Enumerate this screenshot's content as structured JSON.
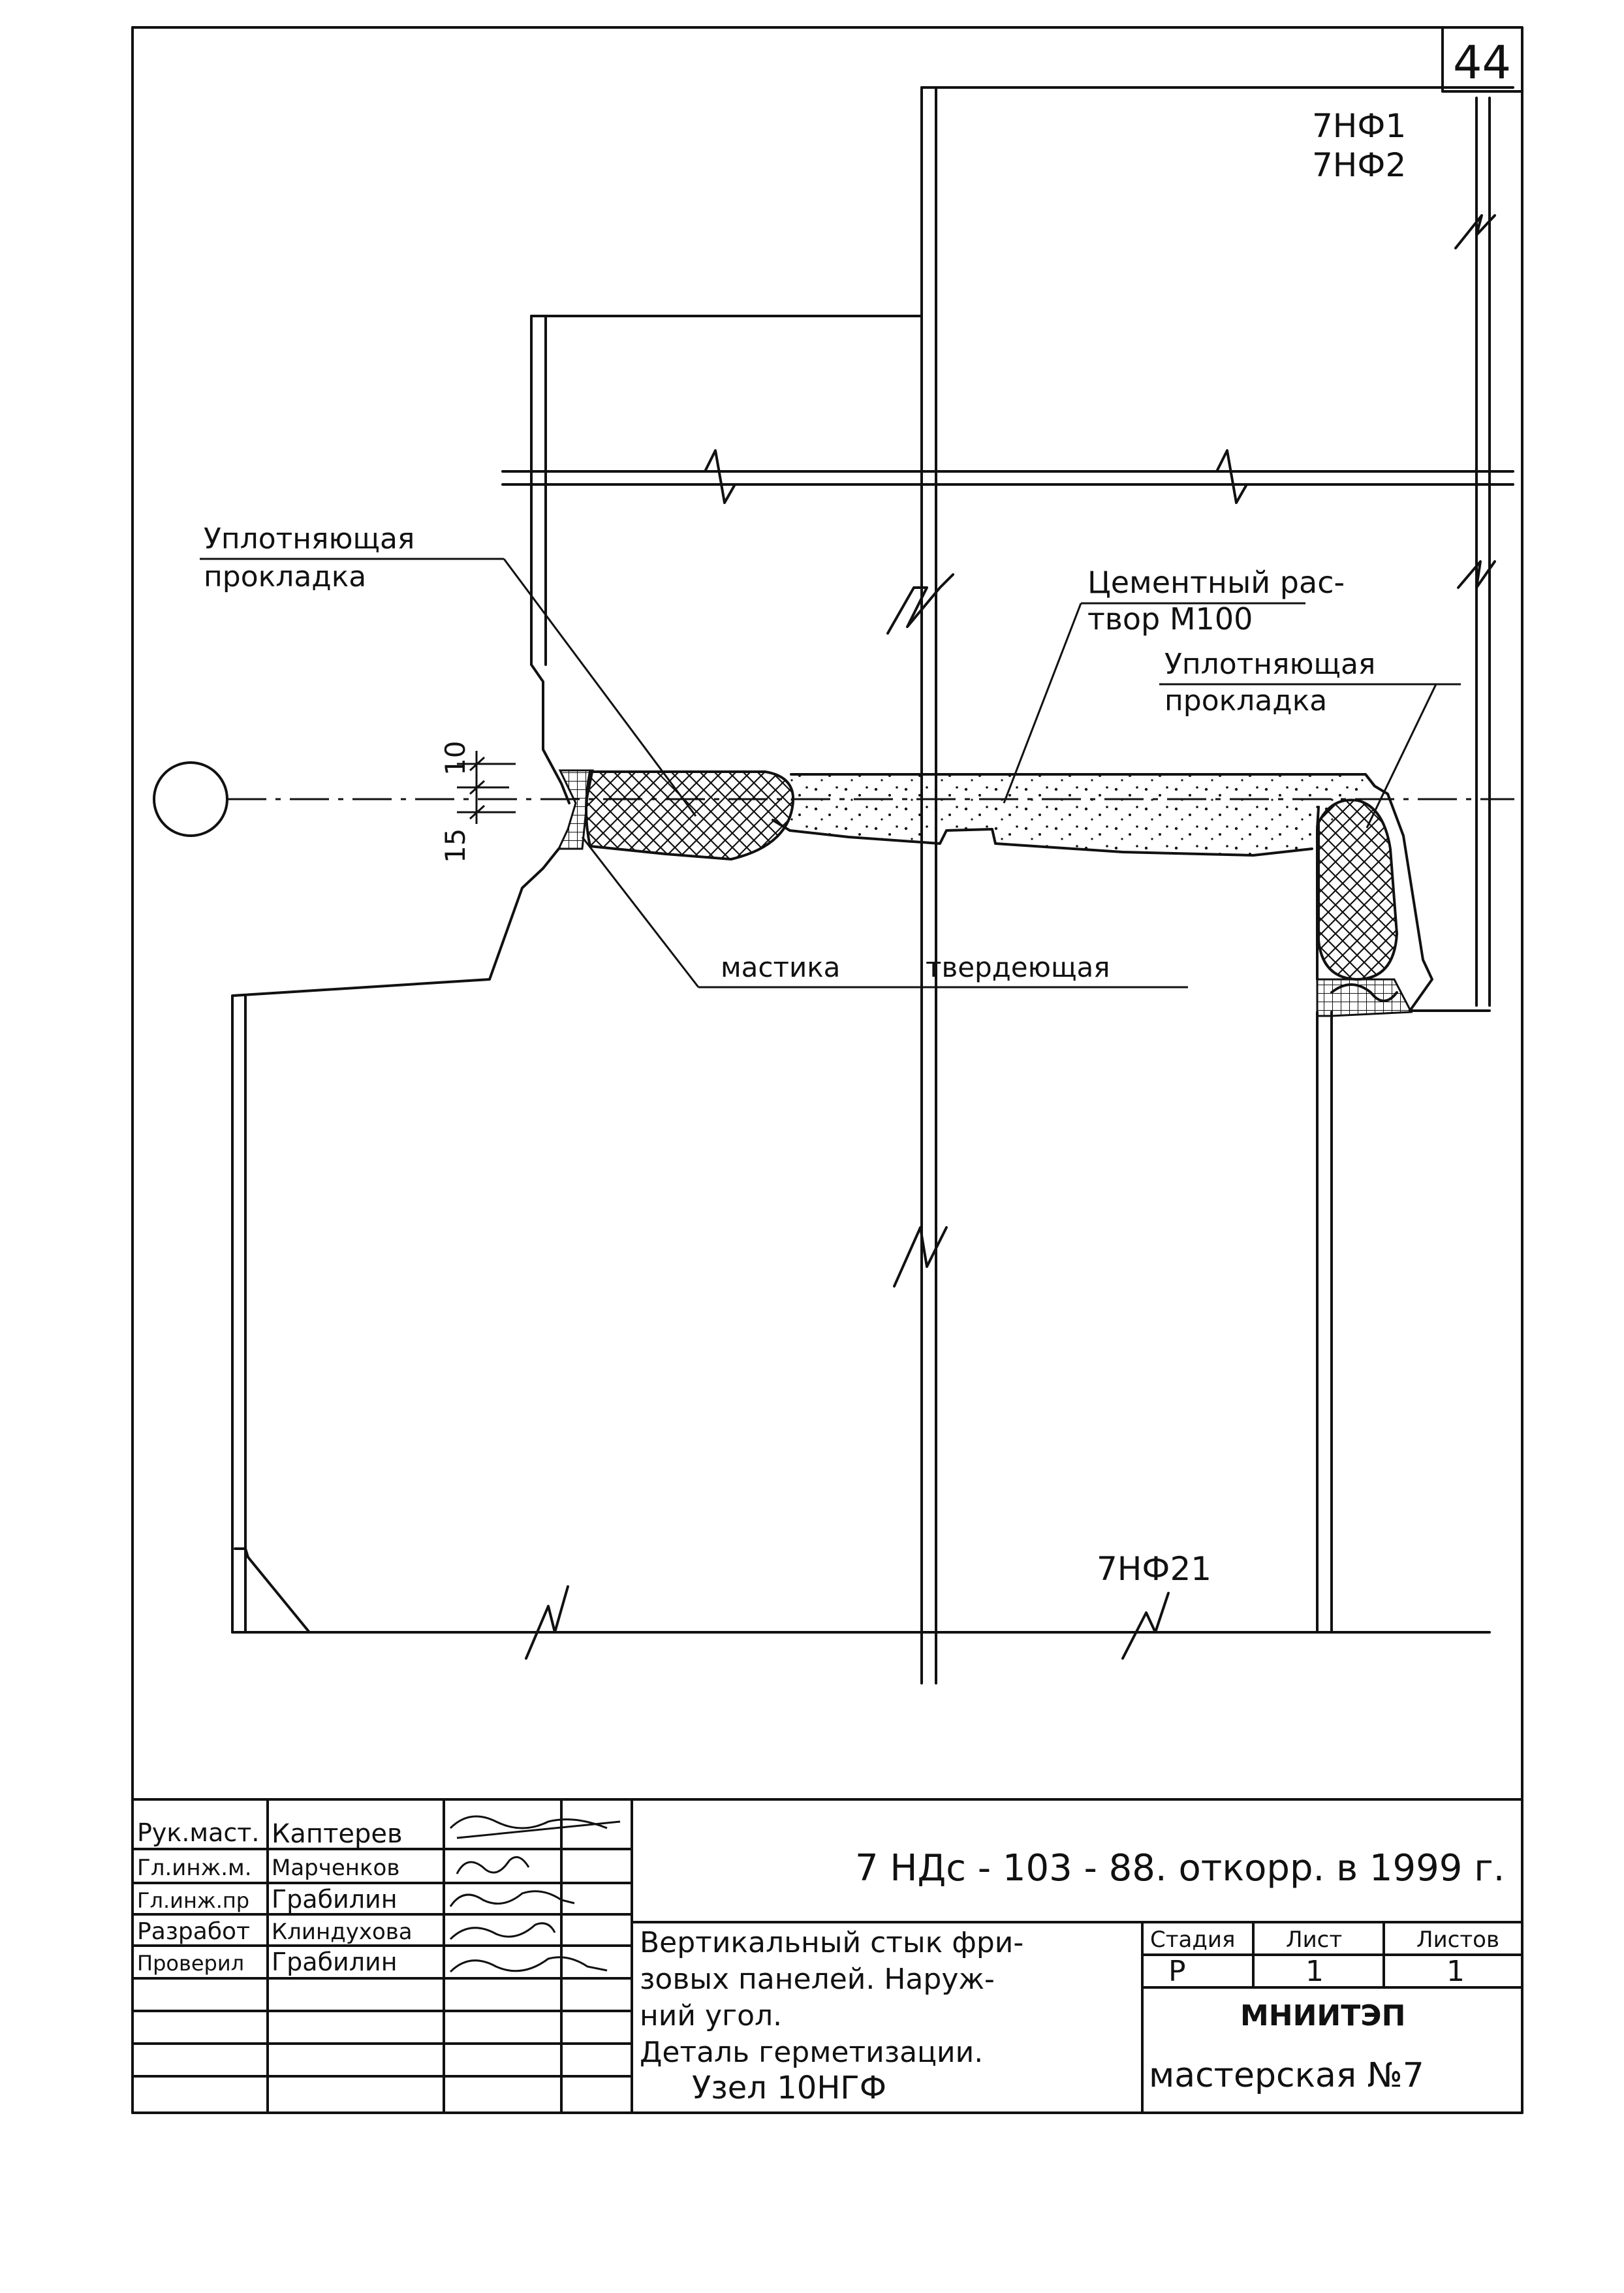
{
  "sheet_number": "44",
  "panel_labels": {
    "top_right_1": "7НФ1",
    "top_right_2": "7НФ2",
    "bottom_right": "7НФ21"
  },
  "callouts": {
    "seal_left_line1": "Уплотняющая",
    "seal_left_line2": "прокладка",
    "mortar_line1": "Цементный рас-",
    "mortar_line2": "твор М100",
    "seal_right_line1": "Уплотняющая",
    "seal_right_line2": "прокладка",
    "mastic_word1": "мастика",
    "mastic_word2": "твердеющая"
  },
  "dimensions": {
    "top": "10",
    "bottom": "15"
  },
  "title_block": {
    "doc_code": "7 НДс - 103 - 88. откорр. в 1999 г.",
    "roles": [
      "Рук.маст.",
      "Гл.инж.м.",
      "Гл.инж.пр",
      "Разработ",
      "Проверил"
    ],
    "names": [
      "Каптерев",
      "Марченков",
      "Грабилин",
      "Клиндухова",
      "Грабилин"
    ],
    "title_lines": [
      "Вертикальный стык фри-",
      "зовых панелей. Наруж-",
      "ний угол.",
      "Деталь герметизации.",
      "Узел 10НГФ"
    ],
    "stage_header": "Стадия",
    "sheet_header": "Лист",
    "sheets_header": "Листов",
    "stage_value": "Р",
    "sheet_value": "1",
    "sheets_value": "1",
    "org_name": "МНИИТЭП",
    "workshop": "мастерская №7"
  }
}
